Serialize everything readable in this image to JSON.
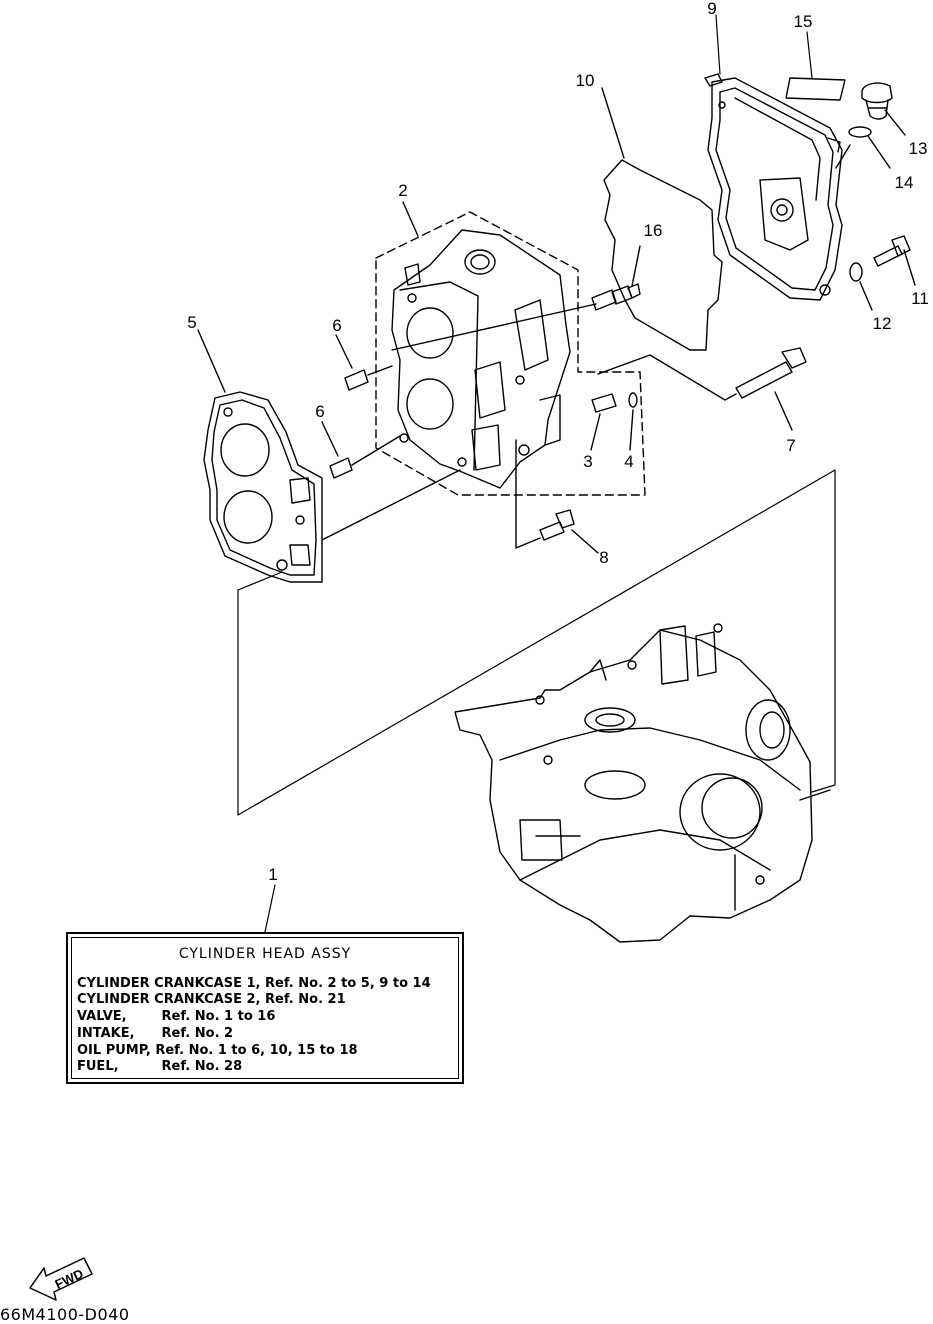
{
  "callouts": [
    {
      "id": "1",
      "text": "1"
    },
    {
      "id": "2",
      "text": "2"
    },
    {
      "id": "3",
      "text": "3"
    },
    {
      "id": "4",
      "text": "4"
    },
    {
      "id": "5",
      "text": "5"
    },
    {
      "id": "6a",
      "text": "6"
    },
    {
      "id": "6b",
      "text": "6"
    },
    {
      "id": "7",
      "text": "7"
    },
    {
      "id": "8",
      "text": "8"
    },
    {
      "id": "9",
      "text": "9"
    },
    {
      "id": "10",
      "text": "10"
    },
    {
      "id": "11",
      "text": "11"
    },
    {
      "id": "12",
      "text": "12"
    },
    {
      "id": "13",
      "text": "13"
    },
    {
      "id": "14",
      "text": "14"
    },
    {
      "id": "15",
      "text": "15"
    },
    {
      "id": "16",
      "text": "16"
    }
  ],
  "info_box": {
    "title": "CYLINDER HEAD ASSY",
    "rows": [
      {
        "label": "CYLINDER CRANKCASE 1,",
        "value": "Ref. No. 2 to 5, 9 to 14"
      },
      {
        "label": "CYLINDER CRANKCASE 2,",
        "value": "Ref. No. 21"
      },
      {
        "label": "VALVE,",
        "value": "Ref. No. 1 to 16"
      },
      {
        "label": "INTAKE,",
        "value": "Ref. No. 2"
      },
      {
        "label": "OIL PUMP,",
        "value": "Ref. No. 1 to 6, 10, 15 to 18"
      },
      {
        "label": "FUEL,",
        "value": "Ref. No. 28"
      }
    ]
  },
  "direction_arrow": {
    "label": "FWD",
    "icon": "fwd-arrow-icon"
  },
  "drawing_code": "66M4100-D040",
  "colors": {
    "ink": "#000000",
    "paper": "#ffffff"
  }
}
